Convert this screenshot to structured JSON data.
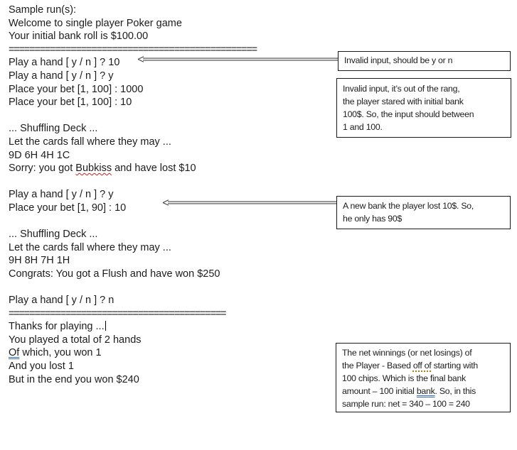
{
  "document_title": "Sample run(s) poker console document",
  "console": {
    "lines": [
      {
        "text": "Sample run(s):"
      },
      {
        "text": "Welcome to single player Poker game"
      },
      {
        "text": "Your initial bank roll is $100.00"
      },
      {
        "text": "================================================"
      },
      {
        "text": "Play a hand [ y / n ] ? 10"
      },
      {
        "text": "Play a hand [ y / n ] ? y"
      },
      {
        "text": "Place your bet [1, 100] : 1000"
      },
      {
        "text": "Place your bet [1, 100] : 10"
      },
      {
        "text": ""
      },
      {
        "text": "... Shuffling Deck ..."
      },
      {
        "text": "Let the cards fall where they may ..."
      },
      {
        "text": "9D 6H 4H 1C"
      },
      {
        "pre": "Sorry: you got ",
        "misspelled": "Bubkiss",
        "post": " and have lost $10"
      },
      {
        "text": ""
      },
      {
        "text": "Play a hand [ y / n ] ? y"
      },
      {
        "text": "Place your bet [1, 90] : 10"
      },
      {
        "text": ""
      },
      {
        "text": "... Shuffling Deck ..."
      },
      {
        "text": "Let the cards fall where they may ..."
      },
      {
        "text": "9H 8H 7H 1H"
      },
      {
        "text": "Congrats: You got a Flush and have won $250"
      },
      {
        "text": ""
      },
      {
        "text": "Play a hand [ y / n ] ? n"
      },
      {
        "text": "=========================================="
      },
      {
        "text": "Thanks for playing ..."
      },
      {
        "text": "You played a total of 2 hands"
      },
      {
        "grammar": "Of",
        "post": " which, you won 1"
      },
      {
        "text": "And you lost 1"
      },
      {
        "text": "But in the end you won $240"
      }
    ]
  },
  "annotations": [
    {
      "text": "Invalid input, should be y or n"
    },
    {
      "text": "Invalid input, it’s out of the rang,\nthe player stared with initial bank\n100$. So, the input should between\n1 and 100."
    },
    {
      "text": "A new bank the player lost 10$. So,\nhe only has 90$"
    },
    {
      "seg1": "The net winnings (or net losings) of\nthe Player - Based ",
      "style_flag": "off of",
      "seg2": " starting with\n100 chips. Which is the final bank\namount – 100 initial ",
      "grammar_flag": "bank",
      "seg3": ". So, in this\nsample run: net = 340 – 100 = 240"
    }
  ],
  "colors": {
    "text": "#1c1c1c",
    "spellcheck_red": "#c81f1f",
    "grammar_blue": "#3b6cc5",
    "style_gold": "#a5791f",
    "box_border": "#1a1a1a",
    "arrow_gray": "#444444",
    "background": "#ffffff"
  }
}
